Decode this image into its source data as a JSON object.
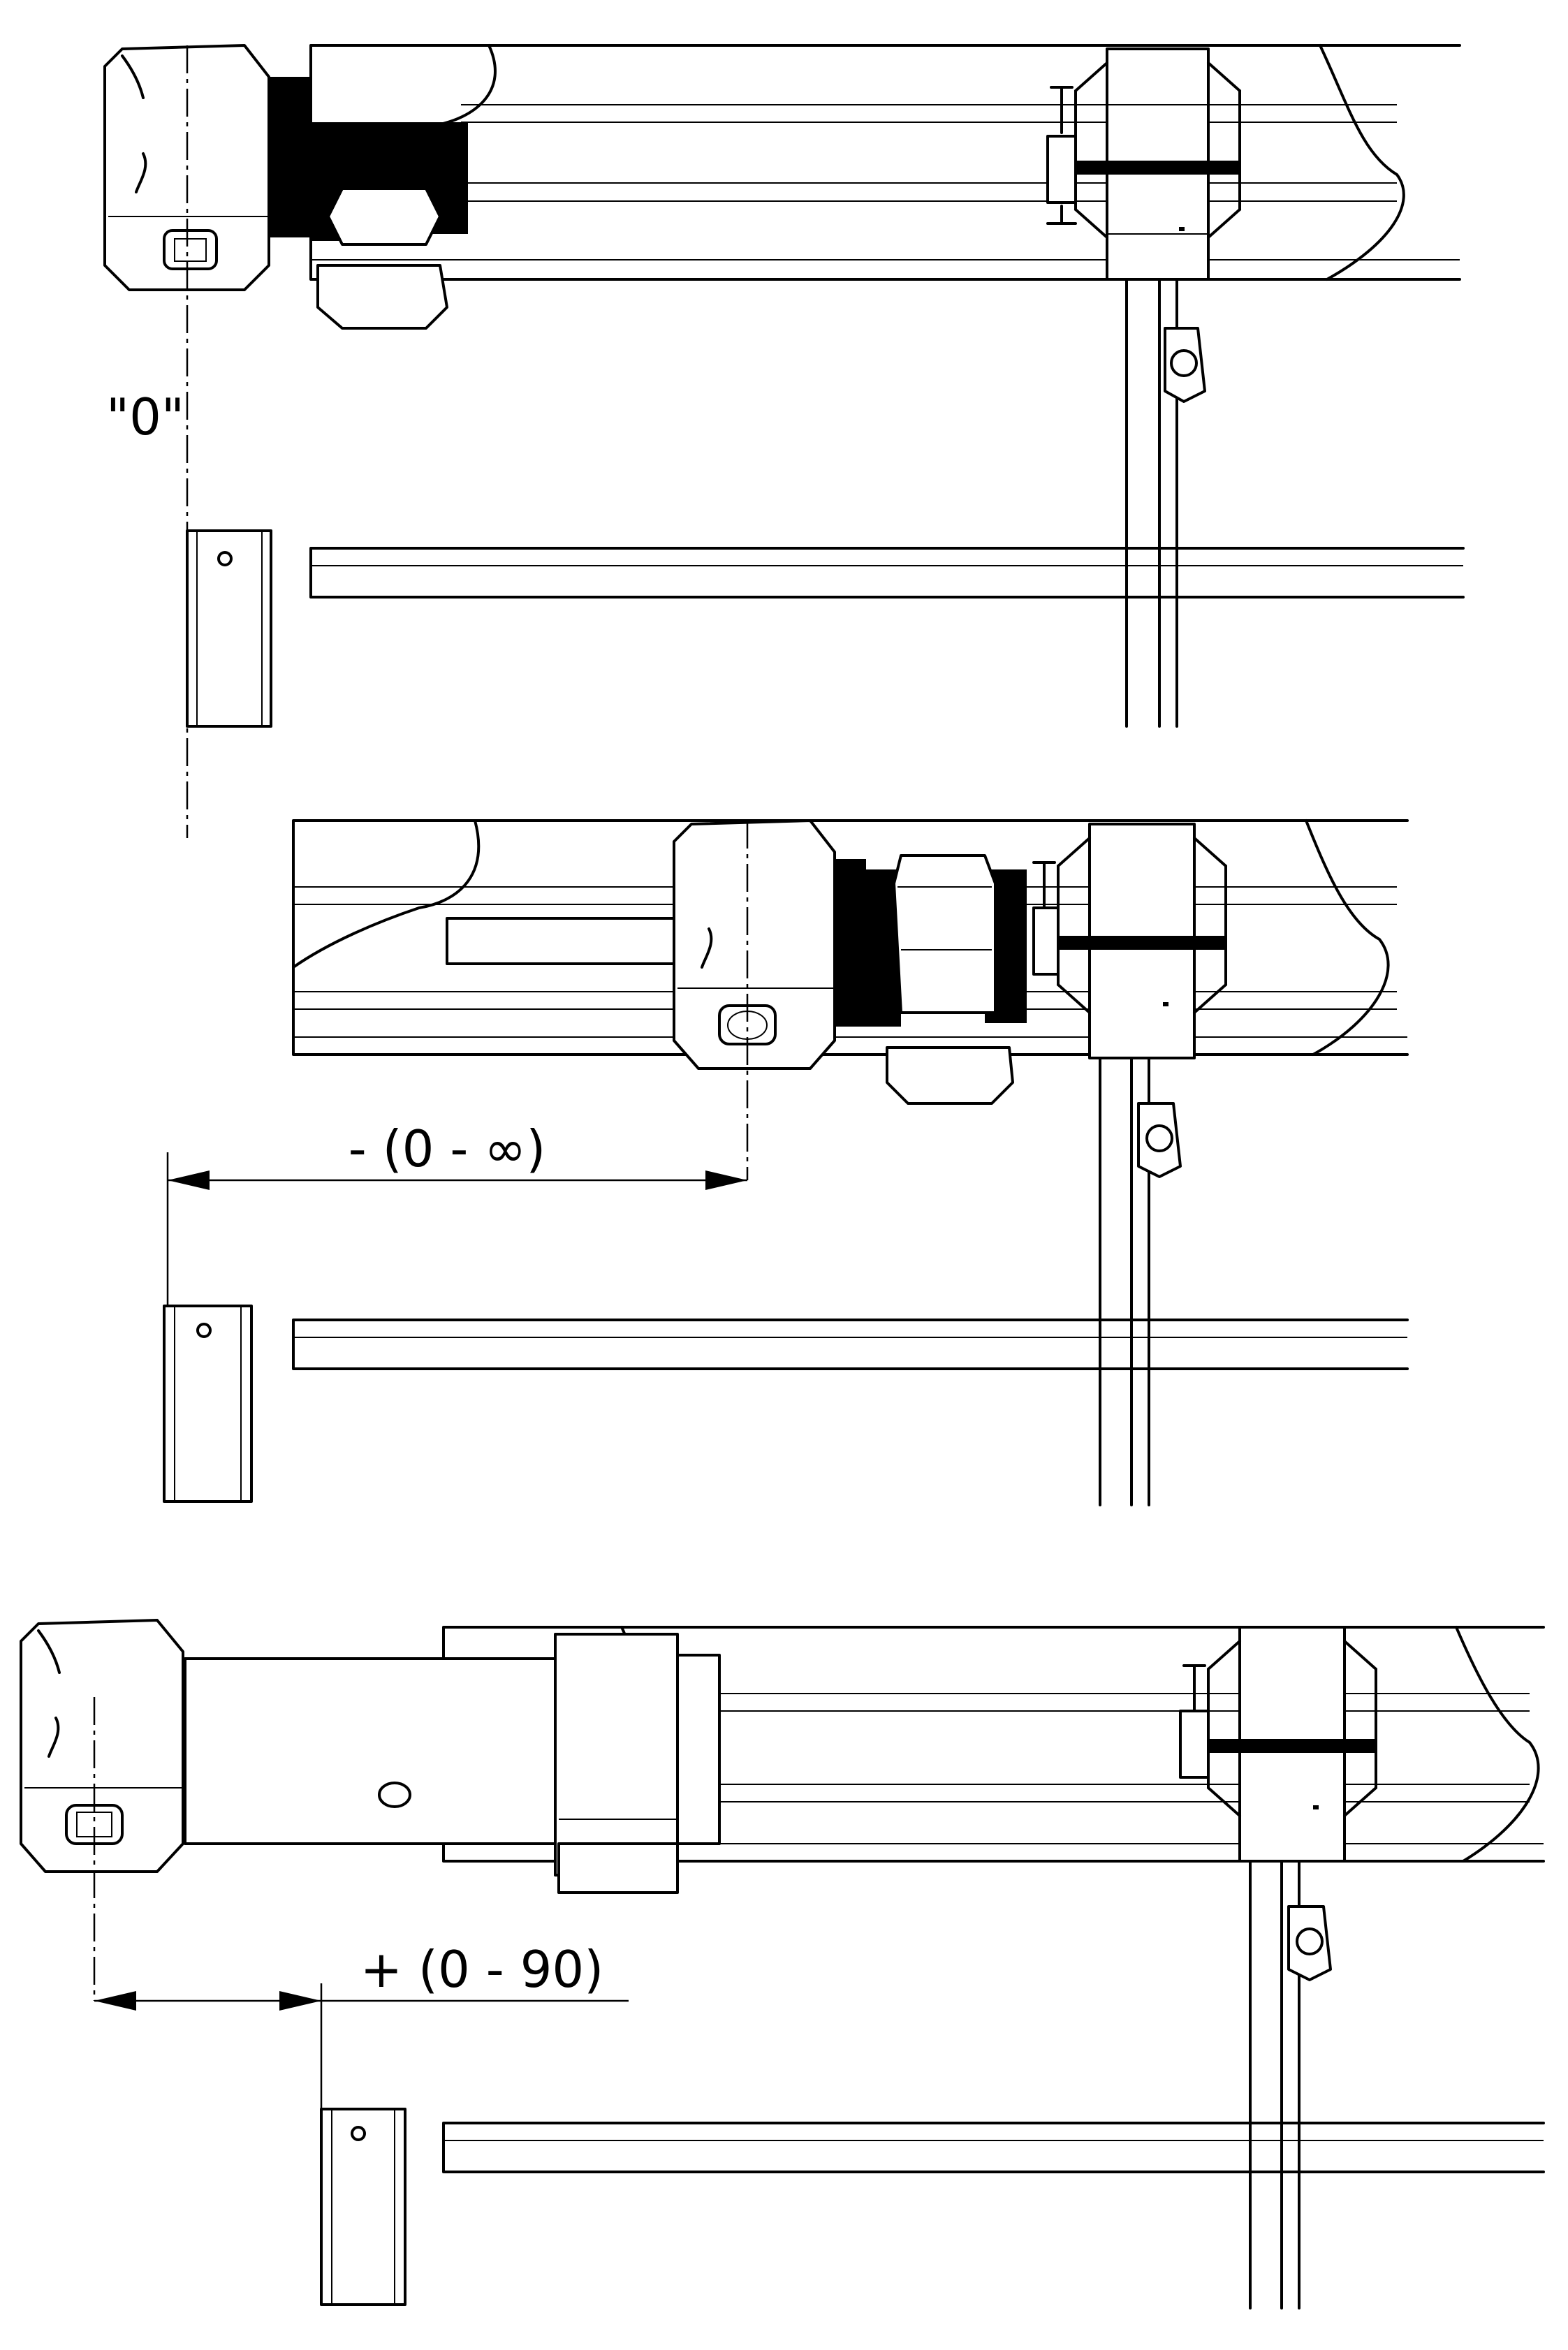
{
  "figure": {
    "panels": [
      {
        "id": "panel-zero",
        "label": "\"0\""
      },
      {
        "id": "panel-negative",
        "label": "- (0 - ∞)"
      },
      {
        "id": "panel-positive",
        "label": "+ (0 - 90)"
      }
    ]
  },
  "colors": {
    "line": "#000000",
    "background": "#ffffff"
  },
  "icons": {
    "motor_head": "motor-head-icon",
    "bracket": "bracket-clamp-icon",
    "end_cap": "end-cap-icon"
  }
}
